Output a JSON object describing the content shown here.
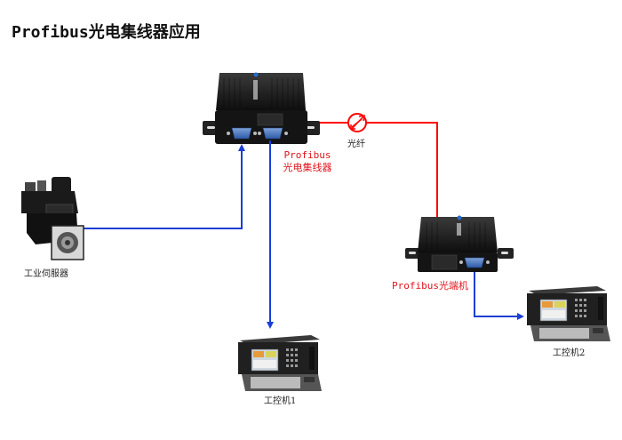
{
  "title": "Profibus光电集线器应用",
  "colors": {
    "fiber": "#ff0000",
    "cable": "#1a3fd4",
    "label_red": "#e0141e",
    "device": "#1a1a1a"
  },
  "nodes": {
    "hub": {
      "label_line1": "Profibus",
      "label_line2": "光电集线器",
      "icon": "fiber-hub-device"
    },
    "fiber": {
      "label": "光纤",
      "icon": "fiber-link-icon"
    },
    "servo": {
      "label": "工业伺服器",
      "icon": "servo-motor"
    },
    "terminal": {
      "label": "Profibus光端机",
      "icon": "fiber-terminal-device"
    },
    "ipc1": {
      "label": "工控机1",
      "icon": "industrial-pc"
    },
    "ipc2": {
      "label": "工控机2",
      "icon": "industrial-pc"
    }
  },
  "edges": [
    {
      "from": "hub",
      "to": "terminal",
      "type": "fiber"
    },
    {
      "from": "servo",
      "to": "hub",
      "type": "cable"
    },
    {
      "from": "hub",
      "to": "ipc1",
      "type": "cable"
    },
    {
      "from": "terminal",
      "to": "ipc2",
      "type": "cable"
    }
  ]
}
